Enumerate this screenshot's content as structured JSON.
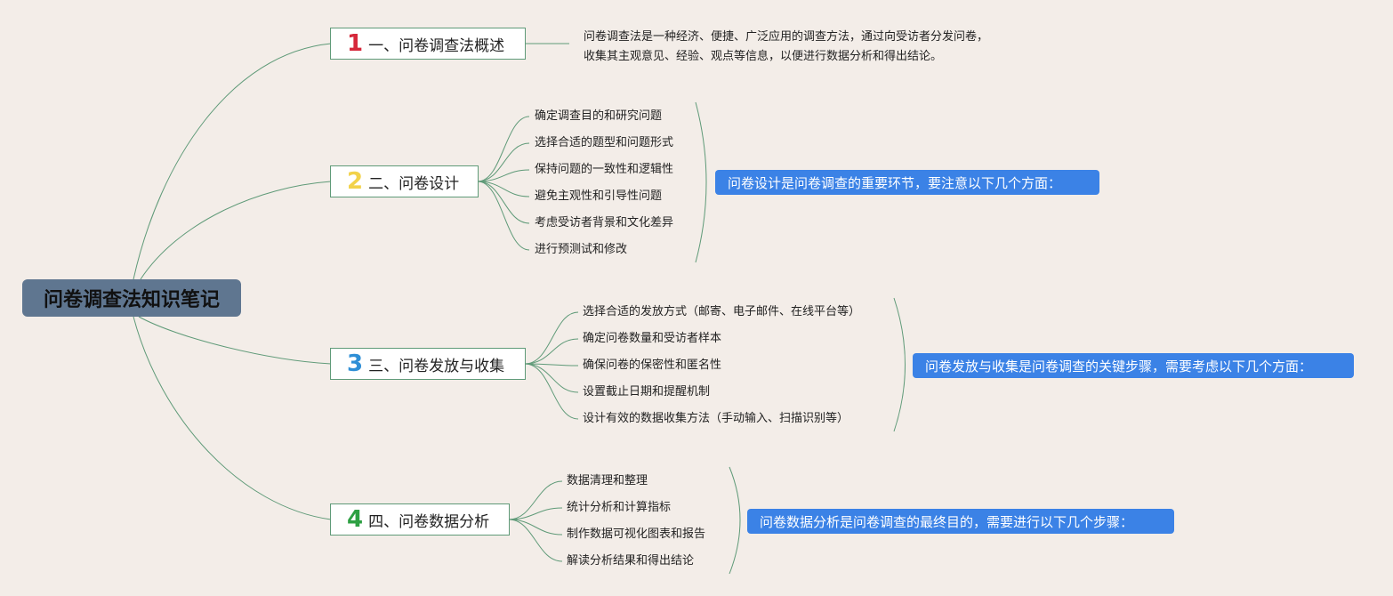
{
  "root": {
    "title": "问卷调查法知识笔记"
  },
  "colors": {
    "num1": "#d6283b",
    "num2": "#f2d24a",
    "num3": "#2f8fd6",
    "num4": "#2ea043",
    "callout": "#3b82e6",
    "line": "#5f9a78"
  },
  "branches": [
    {
      "number": "1",
      "label": "一、问卷调查法概述",
      "description": [
        "问卷调查法是一种经济、便捷、广泛应用的调查方法，通过向受访者分发问卷，",
        "收集其主观意见、经验、观点等信息，以便进行数据分析和得出结论。"
      ]
    },
    {
      "number": "2",
      "label": "二、问卷设计",
      "items": [
        "确定调查目的和研究问题",
        "选择合适的题型和问题形式",
        "保持问题的一致性和逻辑性",
        "避免主观性和引导性问题",
        "考虑受访者背景和文化差异",
        "进行预测试和修改"
      ],
      "callout": "问卷设计是问卷调查的重要环节，要注意以下几个方面："
    },
    {
      "number": "3",
      "label": "三、问卷发放与收集",
      "items": [
        "选择合适的发放方式（邮寄、电子邮件、在线平台等）",
        "确定问卷数量和受访者样本",
        "确保问卷的保密性和匿名性",
        "设置截止日期和提醒机制",
        "设计有效的数据收集方法（手动输入、扫描识别等）"
      ],
      "callout": "问卷发放与收集是问卷调查的关键步骤，需要考虑以下几个方面："
    },
    {
      "number": "4",
      "label": "四、问卷数据分析",
      "items": [
        "数据清理和整理",
        "统计分析和计算指标",
        "制作数据可视化图表和报告",
        "解读分析结果和得出结论"
      ],
      "callout": "问卷数据分析是问卷调查的最终目的，需要进行以下几个步骤："
    }
  ]
}
